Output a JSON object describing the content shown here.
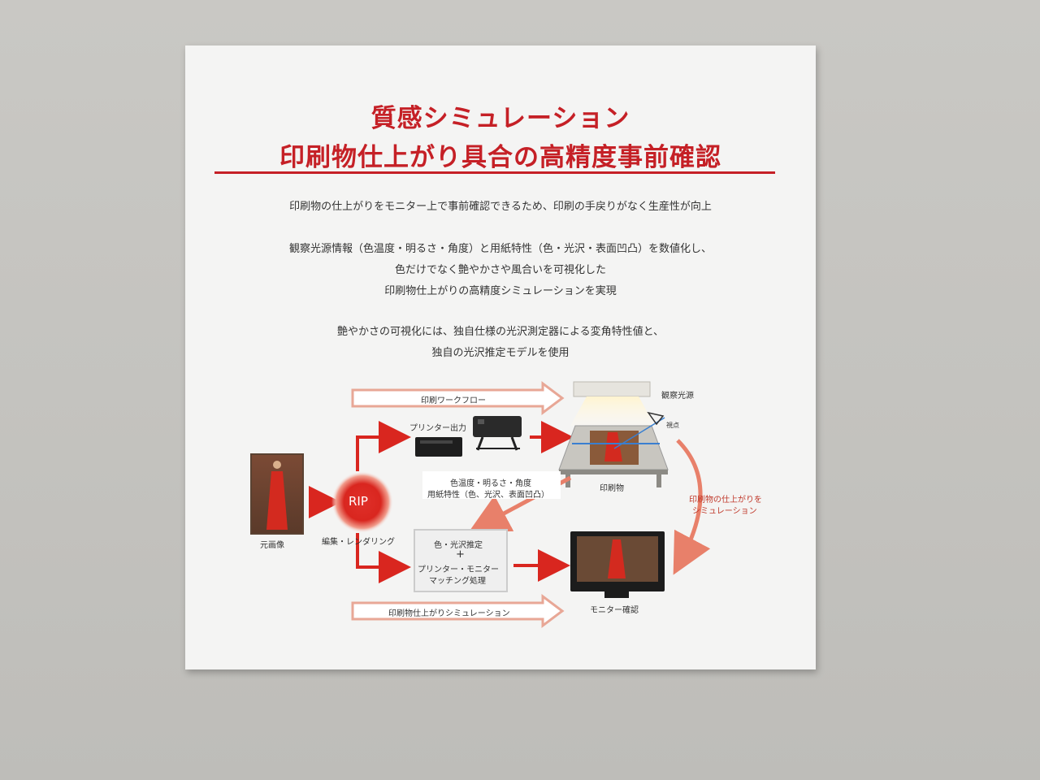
{
  "title": {
    "line1": "質感シミュレーション",
    "line2": "印刷物仕上がり具合の高精度事前確認"
  },
  "paragraphs": {
    "p1": "印刷物の仕上がりをモニター上で事前確認できるため、印刷の手戻りがなく生産性が向上",
    "p2_l1": "観察光源情報（色温度・明るさ・角度）と用紙特性（色・光沢・表面凹凸）を数値化し、",
    "p2_l2": "色だけでなく艶やかさや風合いを可視化した",
    "p2_l3": "印刷物仕上がりの高精度シミュレーションを実現",
    "p3_l1": "艶やかさの可視化には、独自仕様の光沢測定器による変角特性値と、",
    "p3_l2": "独自の光沢推定モデルを使用"
  },
  "diagram": {
    "workflow_label": "印刷ワークフロー",
    "simulation_label": "印刷物仕上がりシミュレーション",
    "original_image": "元画像",
    "rip": "RIP",
    "rip_caption": "編集・レンダリング",
    "printer_output": "プリンター出力",
    "light_source": "観察光源",
    "viewpoint": "視点",
    "print_item": "印刷物",
    "params_l1": "色温度・明るさ・角度",
    "params_l2": "用紙特性（色、光沢、表面凹凸）",
    "process_l1": "色・光沢推定",
    "process_plus": "+",
    "process_l2": "プリンター・モニター",
    "process_l3": "マッチング処理",
    "simulate_l1": "印刷物の仕上がりを",
    "simulate_l2": "シミュレーション",
    "monitor_check": "モニター確認"
  },
  "colors": {
    "accent_red": "#c52026",
    "outline_arrow": "#e8a796",
    "panel_bg": "#f4f4f3"
  }
}
